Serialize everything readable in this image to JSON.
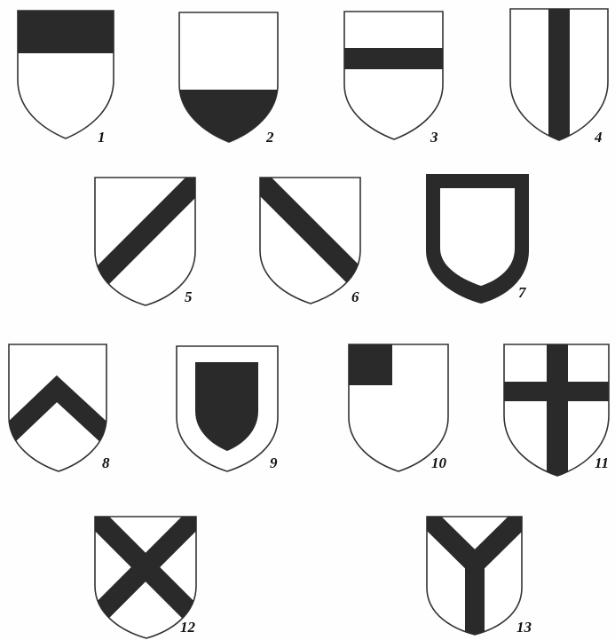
{
  "colors": {
    "ink": "#2a2a2a",
    "paper": "#ffffff",
    "outline": "#333333"
  },
  "shields": [
    {
      "label": "1",
      "charge": "chief"
    },
    {
      "label": "2",
      "charge": "base"
    },
    {
      "label": "3",
      "charge": "fess"
    },
    {
      "label": "4",
      "charge": "pale"
    },
    {
      "label": "5",
      "charge": "bend-sinister"
    },
    {
      "label": "6",
      "charge": "bend"
    },
    {
      "label": "7",
      "charge": "bordure"
    },
    {
      "label": "8",
      "charge": "chevron"
    },
    {
      "label": "9",
      "charge": "inescutcheon"
    },
    {
      "label": "10",
      "charge": "canton"
    },
    {
      "label": "11",
      "charge": "cross"
    },
    {
      "label": "12",
      "charge": "saltire"
    },
    {
      "label": "13",
      "charge": "pall"
    }
  ]
}
